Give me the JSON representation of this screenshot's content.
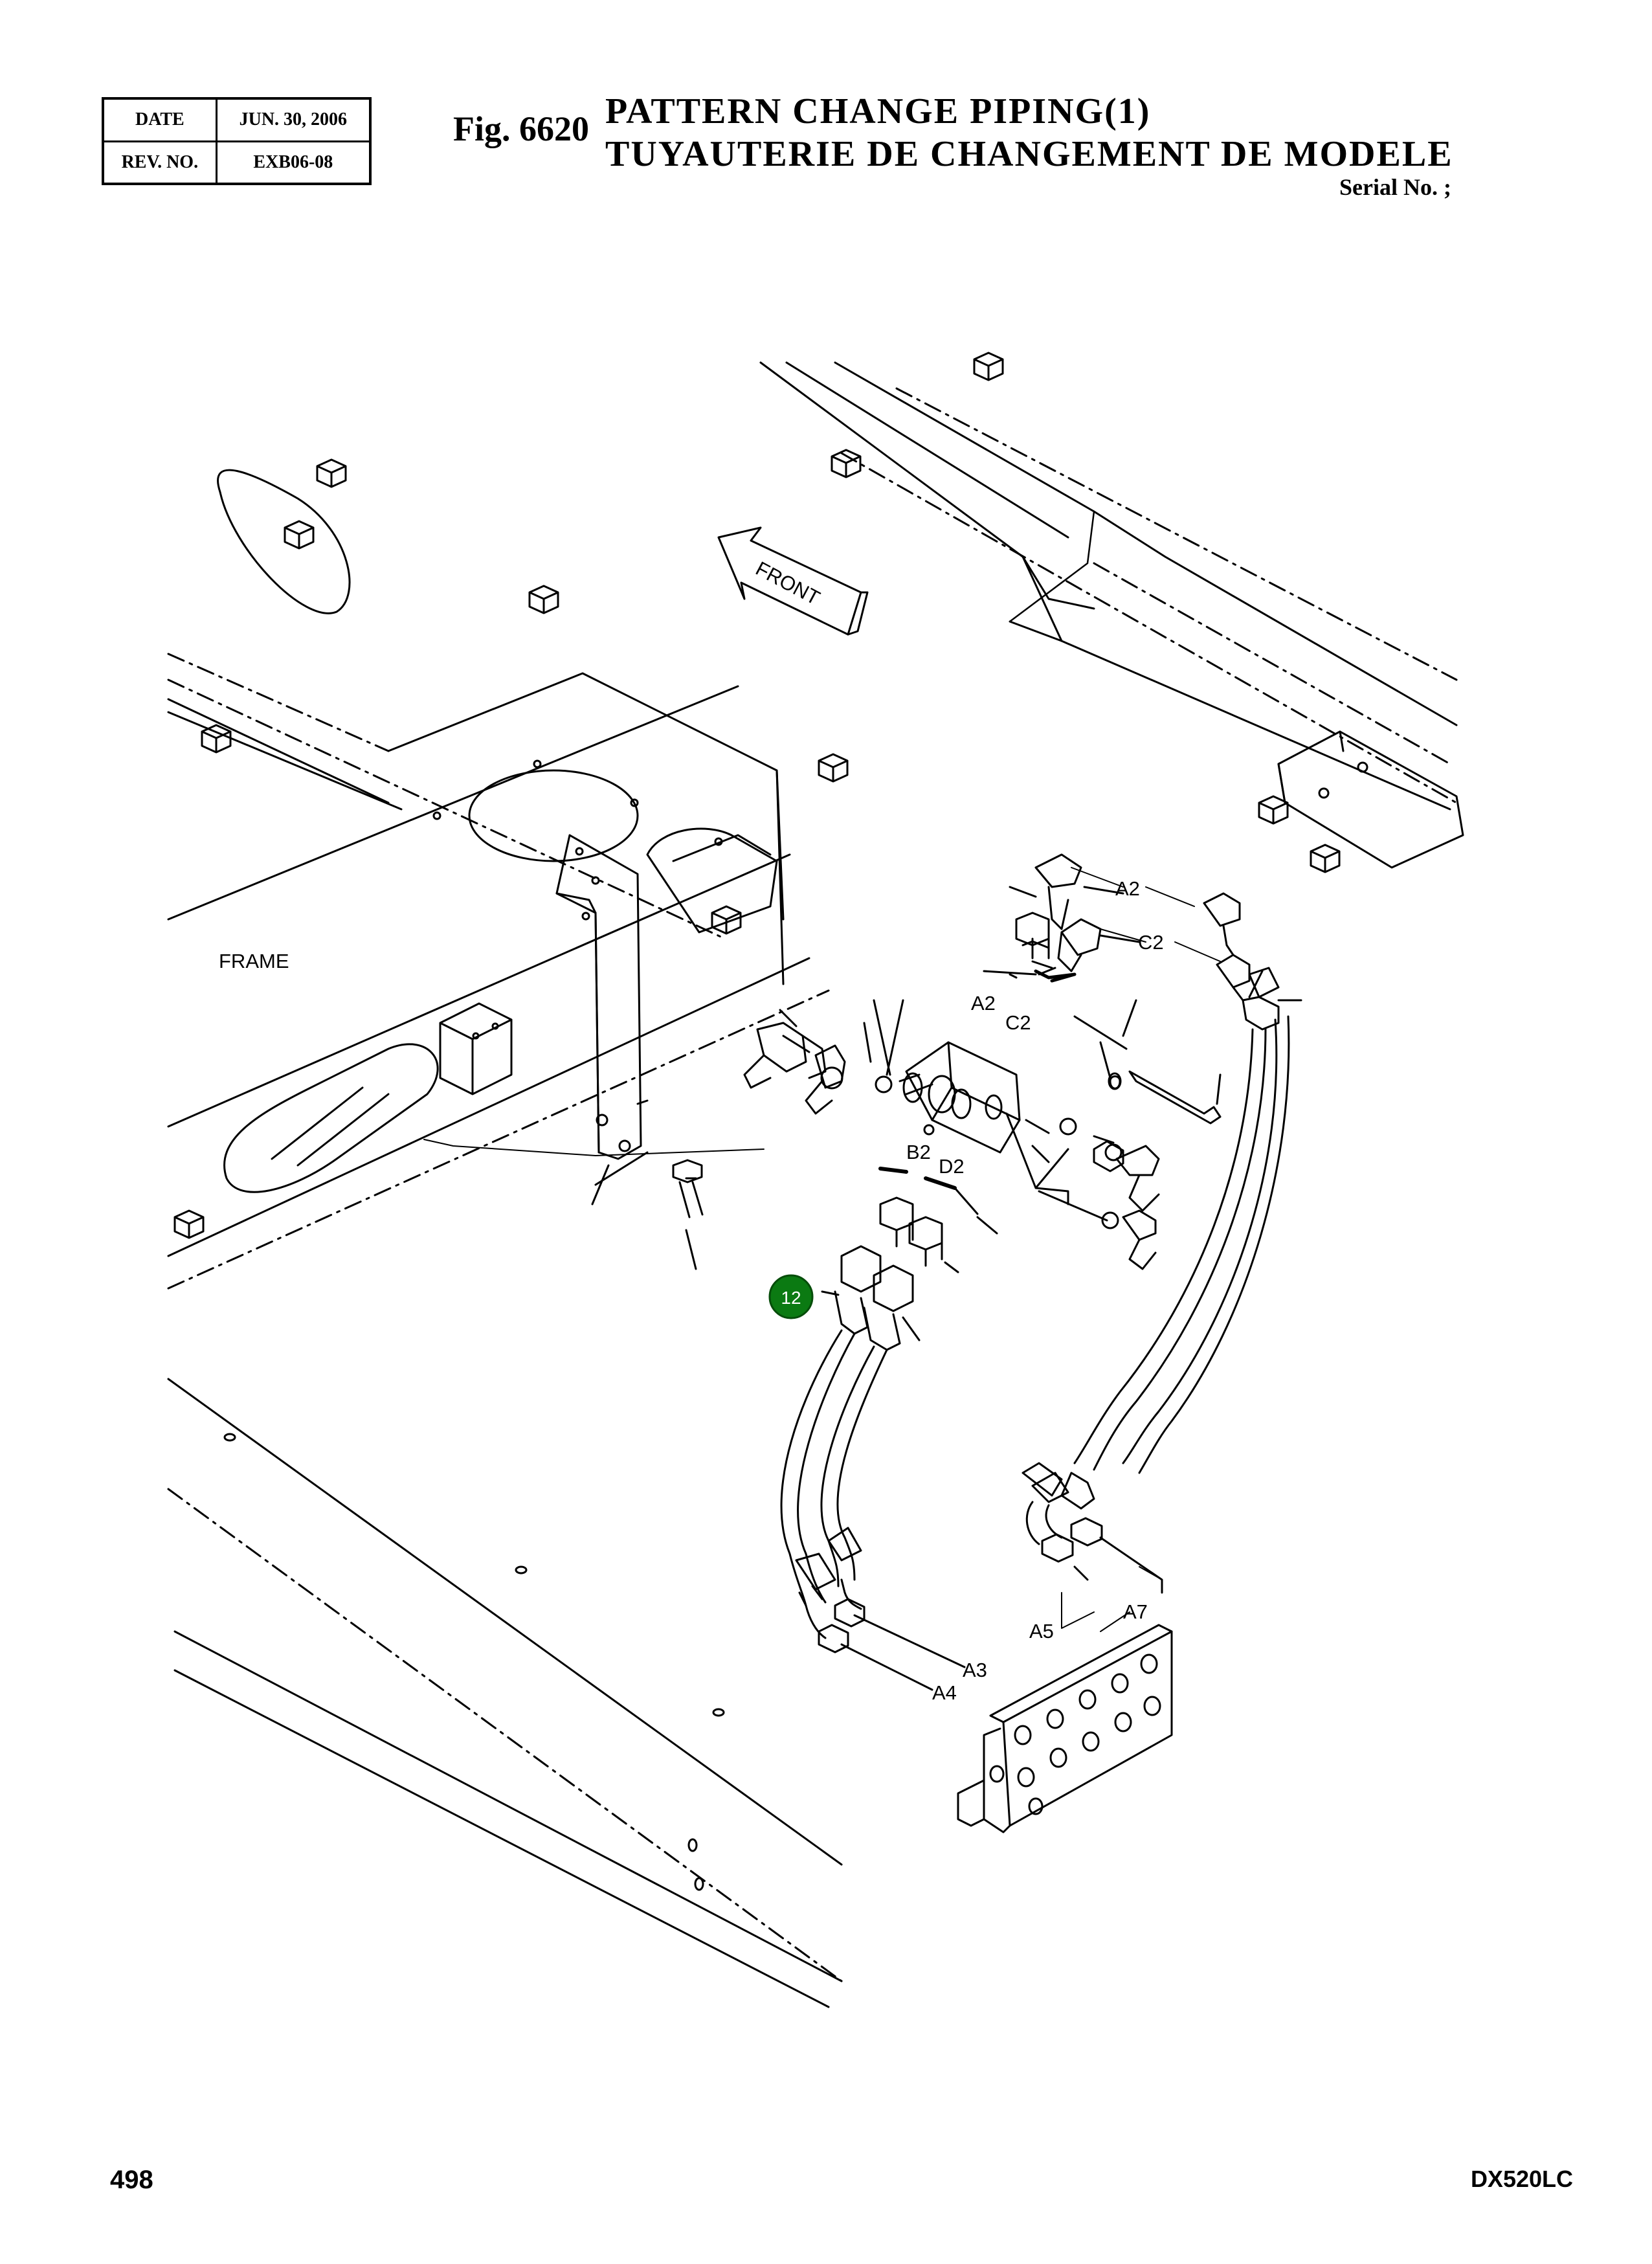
{
  "header": {
    "date_label": "DATE",
    "date_value": "JUN. 30, 2006",
    "rev_label": "REV. NO.",
    "rev_value": "EXB06-08",
    "fig_number": "Fig. 6620",
    "title_en": "PATTERN CHANGE PIPING(1)",
    "title_fr": "TUYAUTERIE DE CHANGEMENT DE MODELE",
    "serial": "Serial No. ;"
  },
  "diagram": {
    "frame_label": "FRAME",
    "front_label": "FRONT",
    "callout": "12",
    "callout_color": "#0b7a12",
    "port_labels": {
      "a2_top": "A2",
      "c2_top": "C2",
      "a2_block": "A2",
      "c2_block": "C2",
      "b2": "B2",
      "d2": "D2",
      "a5": "A5",
      "a7": "A7",
      "a3": "A3",
      "a4": "A4"
    }
  },
  "footer": {
    "page_number": "498",
    "model": "DX520LC"
  }
}
